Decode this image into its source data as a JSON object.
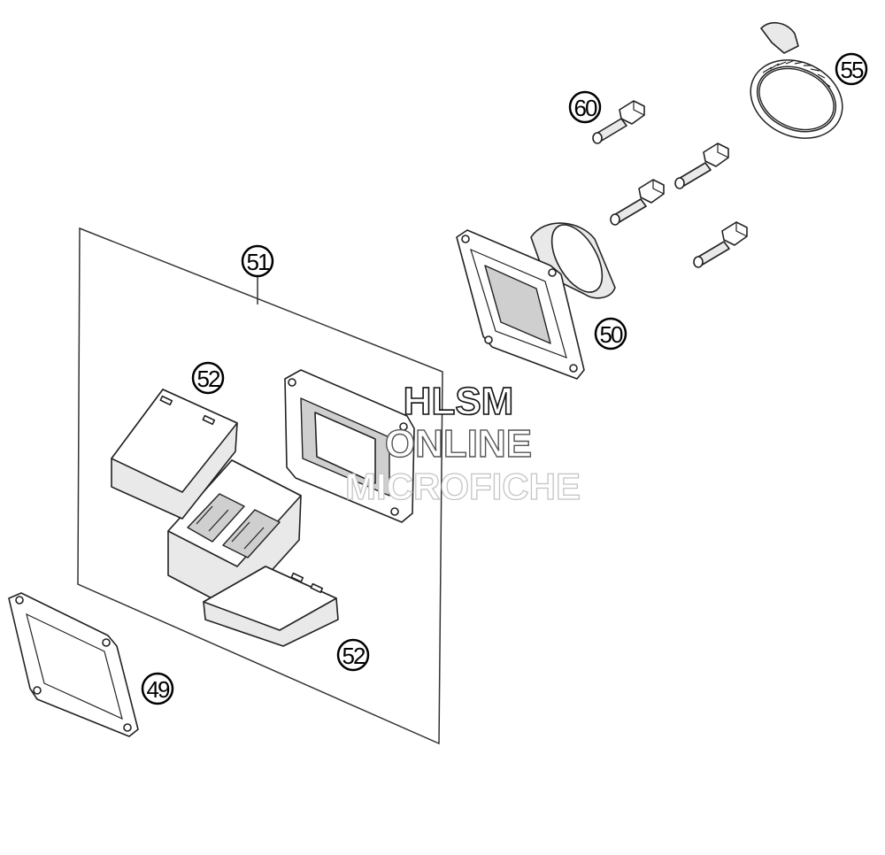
{
  "callouts": [
    {
      "label": "55"
    },
    {
      "label": "60"
    },
    {
      "label": "51"
    },
    {
      "label": "50"
    },
    {
      "label": "52"
    },
    {
      "label": "52"
    },
    {
      "label": "49"
    }
  ],
  "watermark": {
    "line1": "HLSM",
    "line2": "ONLINE",
    "line3": "MICROFICHE"
  }
}
